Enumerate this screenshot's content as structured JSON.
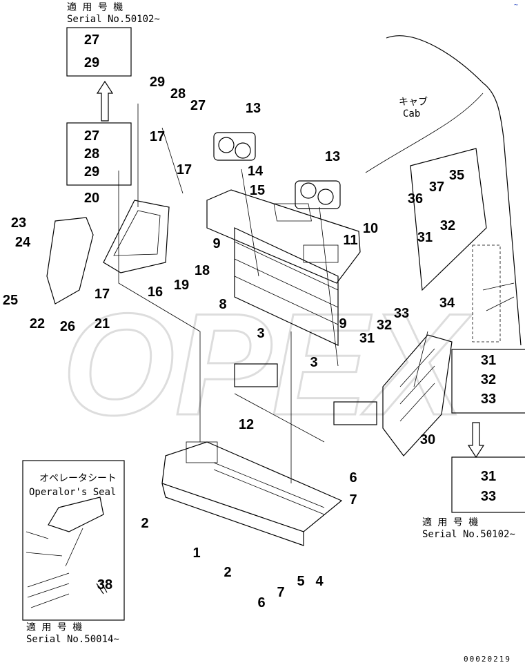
{
  "notes": {
    "top_left_applicable": "適 用 号 機",
    "top_left_serial": "Serial No.50102~",
    "bottom_right_applicable": "適 用 号 機",
    "bottom_right_serial": "Serial No.50102~",
    "bottom_left_applicable": "適 用 号 機",
    "bottom_left_serial": "Serial No.50014~",
    "cab_jp": "キャブ",
    "cab_en": "Cab",
    "seat_jp": "オペレータシート",
    "seat_en": "Operalor's Seal",
    "drawing_number": "00020219"
  },
  "watermark": "OPEX",
  "callouts": [
    "27",
    "29",
    "27",
    "28",
    "29",
    "29",
    "28",
    "27",
    "17",
    "17",
    "20",
    "23",
    "24",
    "25",
    "22",
    "26",
    "21",
    "17",
    "16",
    "19",
    "18",
    "13",
    "13",
    "14",
    "15",
    "9",
    "11",
    "10",
    "8",
    "3",
    "3",
    "9",
    "12",
    "31",
    "32",
    "33",
    "34",
    "36",
    "37",
    "35",
    "32",
    "31",
    "30",
    "31",
    "32",
    "33",
    "31",
    "33",
    "6",
    "7",
    "2",
    "1",
    "2",
    "5",
    "4",
    "7",
    "6",
    "38"
  ]
}
